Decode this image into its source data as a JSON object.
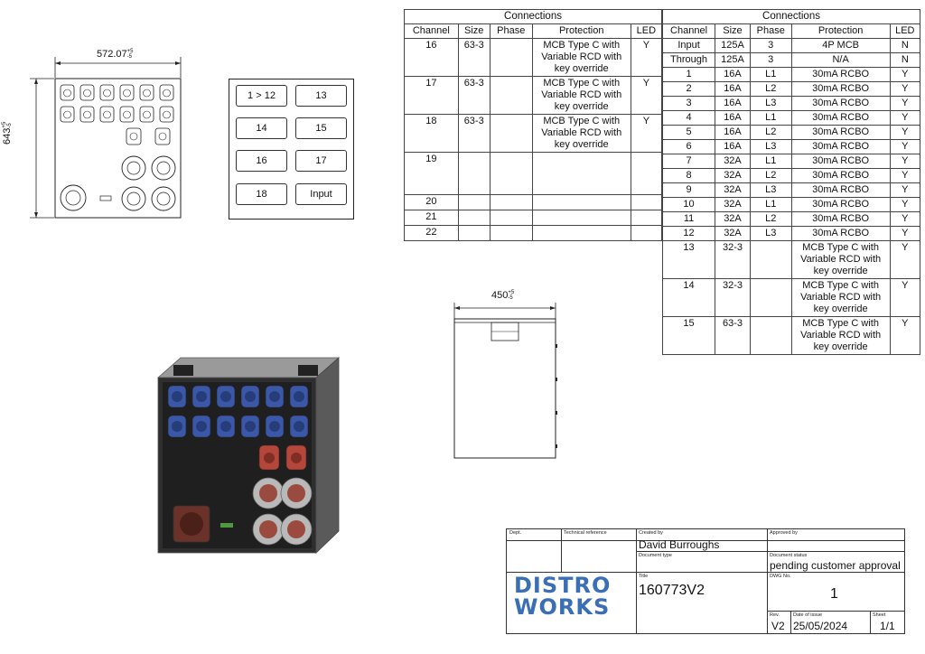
{
  "dimensions": {
    "width": "572.07",
    "width_tol_plus": "+5",
    "width_tol_minus": "-5",
    "height": "643",
    "height_tol_plus": "+5",
    "height_tol_minus": "-5",
    "depth": "450",
    "depth_tol_plus": "+5",
    "depth_tol_minus": "-5"
  },
  "label_panel": [
    "1 > 12",
    "13",
    "14",
    "15",
    "16",
    "17",
    "18",
    "Input"
  ],
  "table_left": {
    "caption": "Connections",
    "headers": [
      "Channel",
      "Size",
      "Phase",
      "Protection",
      "LED"
    ],
    "rows": [
      [
        "16",
        "63-3",
        "",
        "MCB Type C with Variable RCD with key override",
        "Y"
      ],
      [
        "17",
        "63-3",
        "",
        "MCB Type C with Variable RCD with key override",
        "Y"
      ],
      [
        "18",
        "63-3",
        "",
        "MCB Type C with Variable RCD with key override",
        "Y"
      ],
      [
        "19",
        "",
        "",
        "",
        ""
      ],
      [
        "20",
        "",
        "",
        "",
        ""
      ],
      [
        "21",
        "",
        "",
        "",
        ""
      ],
      [
        "22",
        "",
        "",
        "",
        ""
      ]
    ]
  },
  "table_right": {
    "caption": "Connections",
    "headers": [
      "Channel",
      "Size",
      "Phase",
      "Protection",
      "LED"
    ],
    "rows": [
      [
        "Input",
        "125A",
        "3",
        "4P MCB",
        "N"
      ],
      [
        "Through",
        "125A",
        "3",
        "N/A",
        "N"
      ],
      [
        "1",
        "16A",
        "L1",
        "30mA RCBO",
        "Y"
      ],
      [
        "2",
        "16A",
        "L2",
        "30mA RCBO",
        "Y"
      ],
      [
        "3",
        "16A",
        "L3",
        "30mA RCBO",
        "Y"
      ],
      [
        "4",
        "16A",
        "L1",
        "30mA RCBO",
        "Y"
      ],
      [
        "5",
        "16A",
        "L2",
        "30mA RCBO",
        "Y"
      ],
      [
        "6",
        "16A",
        "L3",
        "30mA RCBO",
        "Y"
      ],
      [
        "7",
        "32A",
        "L1",
        "30mA RCBO",
        "Y"
      ],
      [
        "8",
        "32A",
        "L2",
        "30mA RCBO",
        "Y"
      ],
      [
        "9",
        "32A",
        "L3",
        "30mA RCBO",
        "Y"
      ],
      [
        "10",
        "32A",
        "L1",
        "30mA RCBO",
        "Y"
      ],
      [
        "11",
        "32A",
        "L2",
        "30mA RCBO",
        "Y"
      ],
      [
        "12",
        "32A",
        "L3",
        "30mA RCBO",
        "Y"
      ],
      [
        "13",
        "32-3",
        "",
        "MCB Type C with Variable RCD with key override",
        "Y"
      ],
      [
        "14",
        "32-3",
        "",
        "MCB Type C with Variable RCD with key override",
        "Y"
      ],
      [
        "15",
        "63-3",
        "",
        "MCB Type C with Variable RCD with key override",
        "Y"
      ]
    ]
  },
  "title_block": {
    "dept_label": "Dept.",
    "tech_ref_label": "Technical reference",
    "created_by_label": "Created by",
    "created_by": "David Burroughs",
    "approved_by_label": "Approved by",
    "doc_type_label": "Document type",
    "doc_status_label": "Document status",
    "doc_status": "pending customer approval",
    "title_label": "Title",
    "title": "160773V2",
    "dwg_no_label": "DWG No.",
    "dwg_no": "1",
    "rev_label": "Rev.",
    "rev": "V2",
    "date_label": "Date of issue",
    "date": "25/05/2024",
    "sheet_label": "Sheet",
    "sheet": "1/1",
    "logo_line1": "DISTRO",
    "logo_line2": "WORKS"
  },
  "colors": {
    "logo_blue": "#3a6fb5",
    "socket_blue": "#3a57a8",
    "socket_red": "#b5463a",
    "enclosure": "#2b2b2b"
  }
}
